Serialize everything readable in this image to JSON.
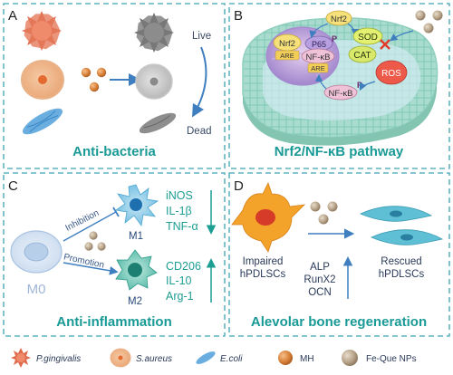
{
  "panels": {
    "a": {
      "letter": "A",
      "live_label": "Live",
      "dead_label": "Dead",
      "title": "Anti-bacteria"
    },
    "b": {
      "letter": "B",
      "title": "Nrf2/NF-κB pathway",
      "labels": {
        "nrf2_cyto": "Nrf2",
        "sod": "SOD",
        "cat": "CAT",
        "ros": "ROS",
        "nrf2_nuc": "Nrf2",
        "are1": "ARE",
        "p65": "P65",
        "p_mark1": "P",
        "nfkb_nuc": "NF-κB",
        "are2": "ARE",
        "nfkb_cyto": "NF-κB",
        "p_mark2": "P"
      }
    },
    "c": {
      "letter": "C",
      "m0_label": "M0",
      "inhibition_label": "Inhibition",
      "promotion_label": "Promotion",
      "m1_label": "M1",
      "m2_label": "M2",
      "m1_markers": [
        "iNOS",
        "IL-1β",
        "TNF-α"
      ],
      "m2_markers": [
        "CD206",
        "IL-10",
        "Arg-1"
      ],
      "title": "Anti-inflammation"
    },
    "d": {
      "letter": "D",
      "impaired_label": [
        "Impaired",
        "hPDLSCs"
      ],
      "rescued_label": [
        "Rescued",
        "hPDLSCs"
      ],
      "markers": [
        "ALP",
        "RunX2",
        "OCN"
      ],
      "title": "Alevolar bone regeneration"
    }
  },
  "legend": [
    {
      "label": "P.gingivalis",
      "icon": "p-gingivalis-icon"
    },
    {
      "label": "S.aureus",
      "icon": "s-aureus-icon"
    },
    {
      "label": "E.coli",
      "icon": "e-coli-icon"
    },
    {
      "label": "MH",
      "icon": "mh-particle-icon"
    },
    {
      "label": "Fe-Que NPs",
      "icon": "fe-que-np-icon"
    }
  ],
  "colors": {
    "title_teal": "#1a9a96",
    "border_teal": "#3fa4b4",
    "marker_teal": "#1c9e93",
    "red_bacteria": "#e06a4c",
    "orange_particle": "#d9823b",
    "blue_ecoli": "#6aaee0",
    "inhibit_red": "#e23a2a"
  }
}
